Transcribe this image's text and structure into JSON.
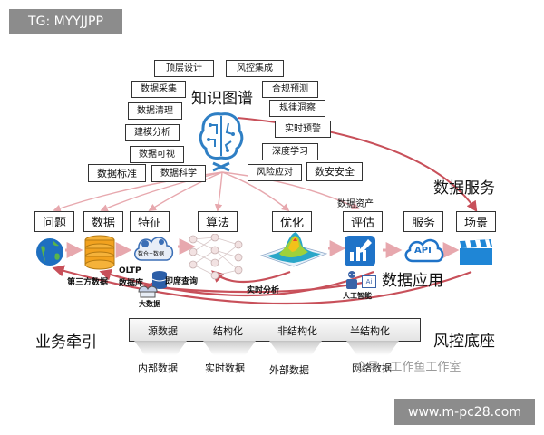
{
  "watermarks": {
    "top_left": "TG: MYYJJPP",
    "bottom_right": "www.m-pc28.com",
    "middle": "众号 · 工作鱼工作室"
  },
  "center": {
    "title": "知识图谱",
    "data_services": "数据服务",
    "data_apps": "数据应用",
    "business": "业务牵引",
    "risk_base": "风控底座"
  },
  "top_boxes": [
    "顶层设计",
    "风控集成"
  ],
  "left_boxes": [
    "数据采集",
    "数据清理",
    "建模分析",
    "数据可视",
    "数据标准",
    "数据科学"
  ],
  "right_boxes": [
    "合规预测",
    "规律洞察",
    "实时预警",
    "深度学习",
    "风险应对",
    "数安安全"
  ],
  "stages": [
    "问题",
    "数据",
    "特征",
    "算法",
    "优化",
    "评估",
    "服务",
    "场景"
  ],
  "labels": {
    "data_asset": "数据资产",
    "third_party": "第三方数据",
    "oltp": "OLTP",
    "database": "数据库",
    "adhoc_query": "即席查询",
    "bigdata": "大数据",
    "realtime_analysis": "实时分析",
    "ai": "人工智能",
    "api": "API",
    "warehouse": "数仓+数据",
    "ai_badge": "Ai"
  },
  "sources": [
    "源数据",
    "结构化",
    "非结构化",
    "半结构化"
  ],
  "source_origins": [
    "内部数据",
    "实时数据",
    "外部数据",
    "网络数据"
  ],
  "colors": {
    "arrow": "#c8505a",
    "arrow_light": "#e7a8ae",
    "brain": "#2f7fc4"
  }
}
